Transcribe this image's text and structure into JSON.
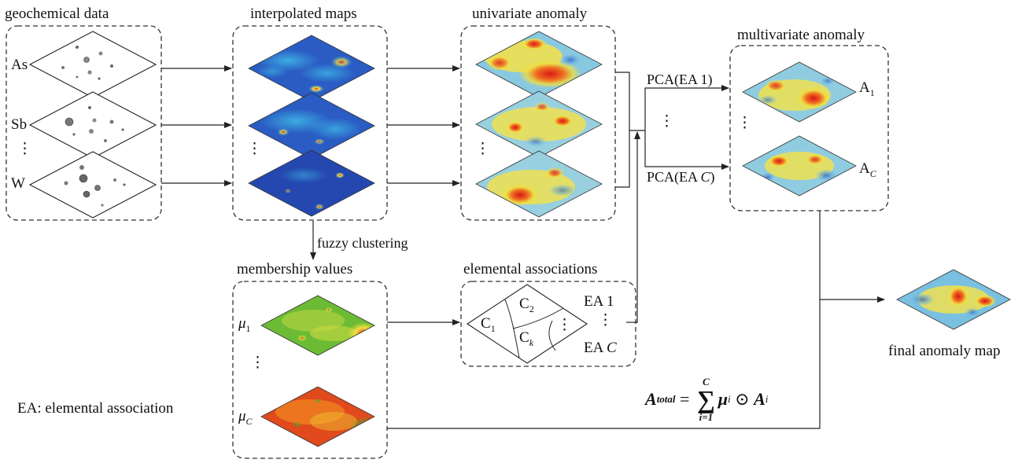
{
  "titles": {
    "geochemical": "geochemical data",
    "interpolated": "interpolated maps",
    "univariate": "univariate anomaly",
    "multivariate": "multivariate anomaly",
    "membership": "membership values",
    "elemental": "elemental associations",
    "final": "final anomaly map"
  },
  "elements": [
    "As",
    "Sb",
    "W"
  ],
  "vdots": "⋮",
  "fuzzy_clustering": "fuzzy clustering",
  "pca": {
    "first": "PCA(EA 1)",
    "last_prefix": "PCA(EA ",
    "last_var": "C",
    "last_suffix": ")"
  },
  "multivariate_labels": {
    "a_first": "A",
    "a_first_sub": "1",
    "a_last": "A",
    "a_last_sub": "C"
  },
  "membership_labels": {
    "mu_first": "μ",
    "mu_first_sub": "1",
    "mu_last": "μ",
    "mu_last_sub": "C"
  },
  "clusters": {
    "c1": "C",
    "c1_sub": "1",
    "c2": "C",
    "c2_sub": "2",
    "ck": "C",
    "ck_sub": "k"
  },
  "ea_labels": {
    "first": "EA 1",
    "last_prefix": "EA ",
    "last_var": "C"
  },
  "legend": "EA: elemental association",
  "formula": {
    "lhs": "A",
    "lhs_sub": "total",
    "eq": " = ",
    "sum_top": "C",
    "sum_sym": "∑",
    "sum_bottom": "i=1",
    "rhs": "μ",
    "rhs_sub": "i",
    "op": " ⊙ ",
    "rhs2": "A",
    "rhs2_sub": "i"
  },
  "colors": {
    "line": "#222222",
    "blue": "#1f4fb4",
    "red": "#e02020",
    "green": "#58b030",
    "yellow": "#f0e040"
  }
}
